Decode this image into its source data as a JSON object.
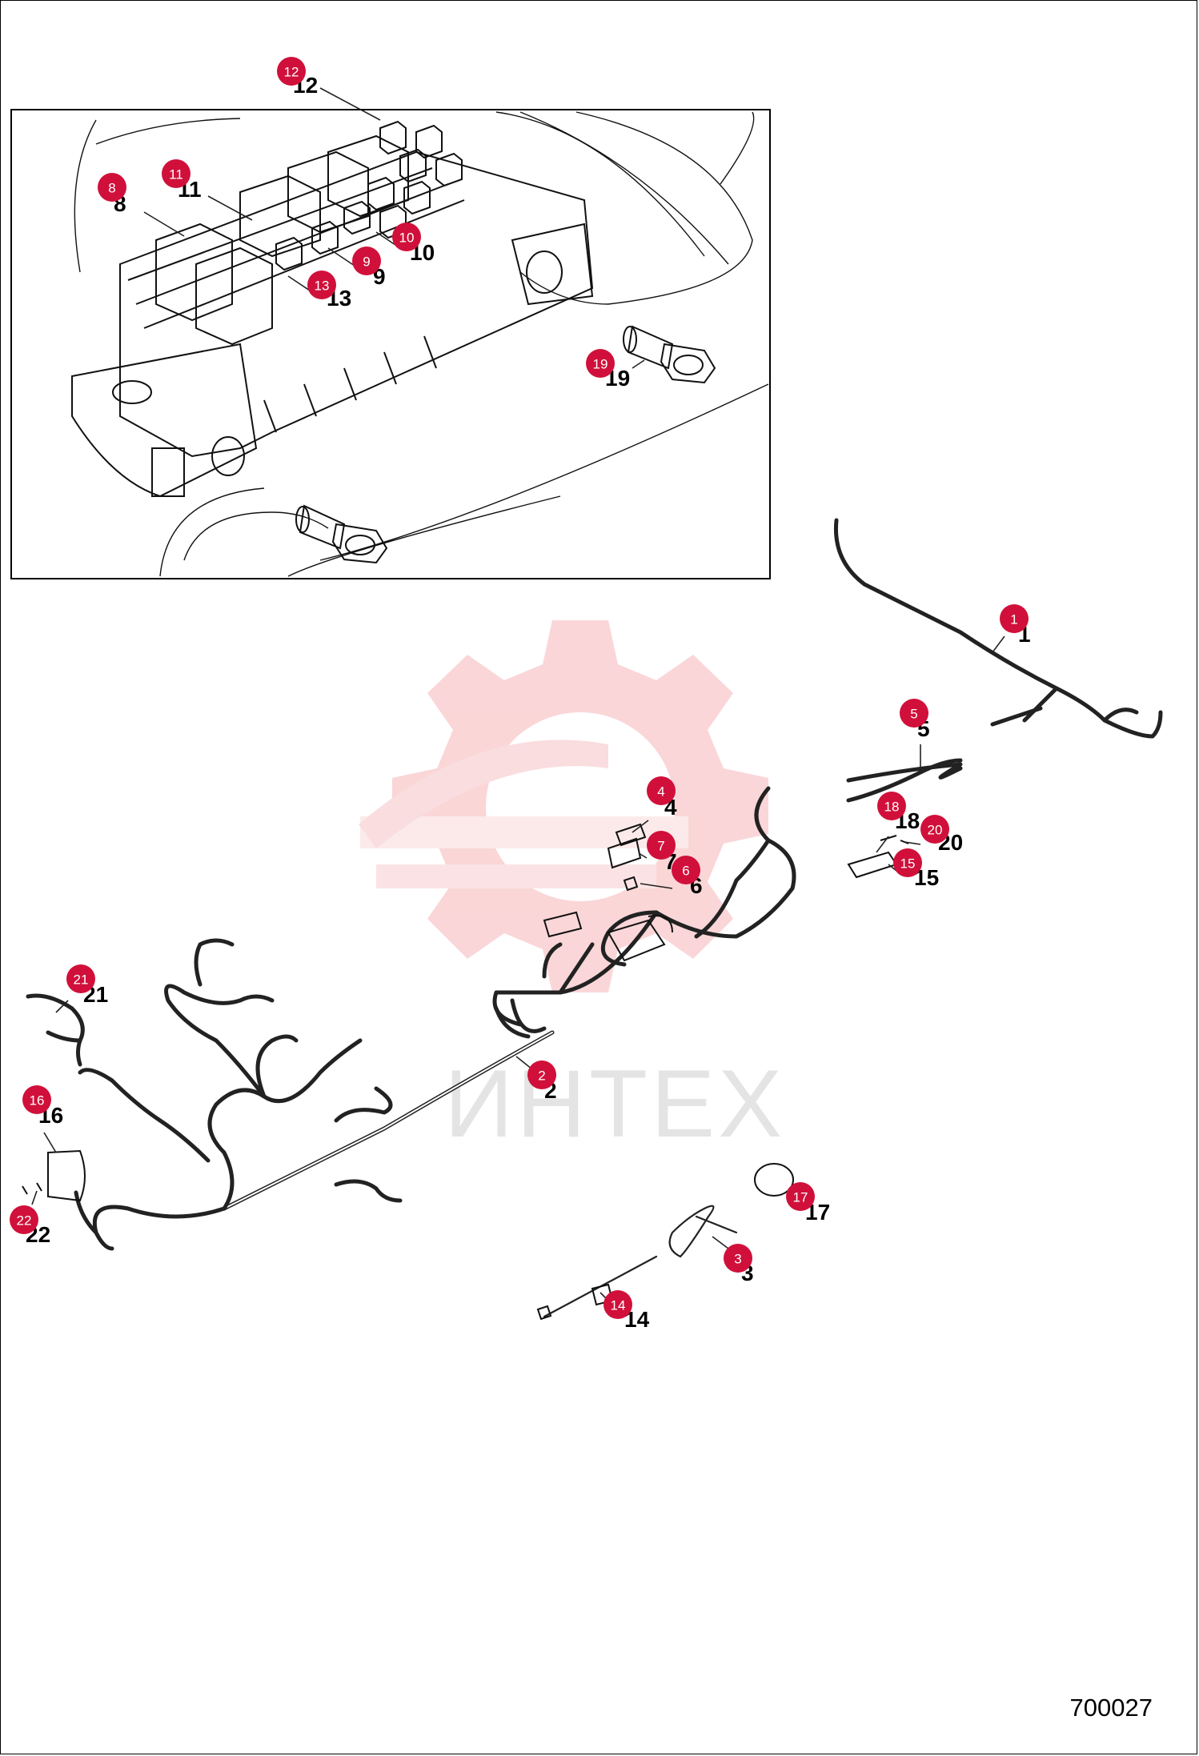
{
  "watermark": {
    "text": "ИНТЕХ",
    "color": "#f6b5b8"
  },
  "accent_color": "#d0103a",
  "drawing_number": "700027",
  "callouts": [
    {
      "id": "12",
      "label": "12"
    },
    {
      "id": "11",
      "label": "11"
    },
    {
      "id": "8",
      "label": "8"
    },
    {
      "id": "10",
      "label": "10"
    },
    {
      "id": "9",
      "label": "9"
    },
    {
      "id": "13",
      "label": "13"
    },
    {
      "id": "19",
      "label": "19"
    },
    {
      "id": "1",
      "label": "1"
    },
    {
      "id": "5",
      "label": "5"
    },
    {
      "id": "4",
      "label": "4"
    },
    {
      "id": "7",
      "label": "7"
    },
    {
      "id": "6",
      "label": "6"
    },
    {
      "id": "18",
      "label": "18"
    },
    {
      "id": "20",
      "label": "20"
    },
    {
      "id": "15",
      "label": "15"
    },
    {
      "id": "21",
      "label": "21"
    },
    {
      "id": "16",
      "label": "16"
    },
    {
      "id": "22",
      "label": "22"
    },
    {
      "id": "2",
      "label": "2"
    },
    {
      "id": "17",
      "label": "17"
    },
    {
      "id": "3",
      "label": "3"
    },
    {
      "id": "14",
      "label": "14"
    }
  ]
}
